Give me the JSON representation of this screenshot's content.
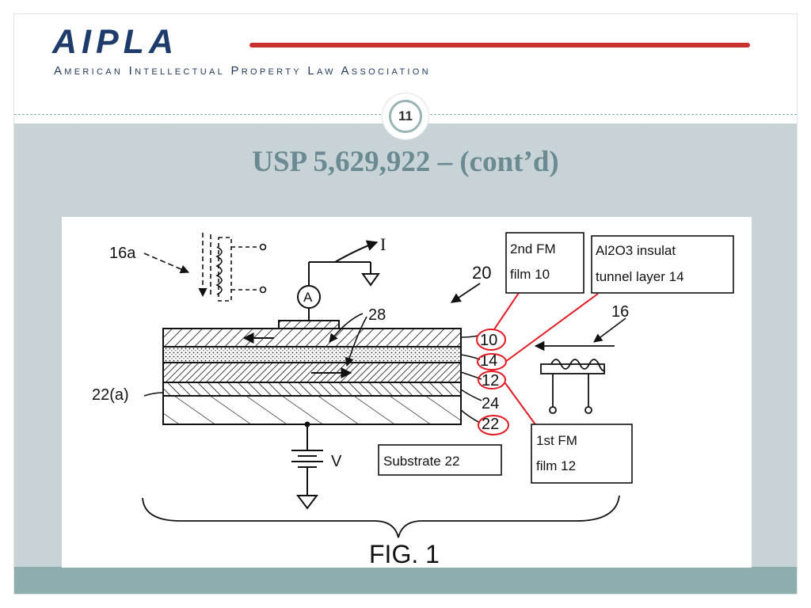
{
  "header": {
    "logo_text": "AIPLA",
    "logo_subtitle": "American Intellectual Property Law Association"
  },
  "slide": {
    "page_number": "11",
    "title": "USP 5,629,922 – (cont’d)"
  },
  "figure": {
    "caption": "FIG. 1",
    "labels": {
      "coil_ref": "16a",
      "current": "I",
      "ammeter": "A",
      "device_ref": "20",
      "arrow_ref": "28",
      "coil2_ref": "16",
      "layer_10": "10",
      "layer_14": "14",
      "layer_12": "12",
      "layer_24": "24",
      "layer_22": "22",
      "substrate_ref": "22(a)",
      "voltage": "V"
    },
    "callouts": {
      "fm2_line1": "2nd FM",
      "fm2_line2": "film 10",
      "insul_line1": "Al2O3 insulat",
      "insul_line2": "tunnel layer 14",
      "fm1_line1": "1st FM",
      "fm1_line2": "film 12",
      "substrate": "Substrate 22"
    },
    "colors": {
      "annotation": "#e01b24",
      "ink": "#111111"
    }
  }
}
